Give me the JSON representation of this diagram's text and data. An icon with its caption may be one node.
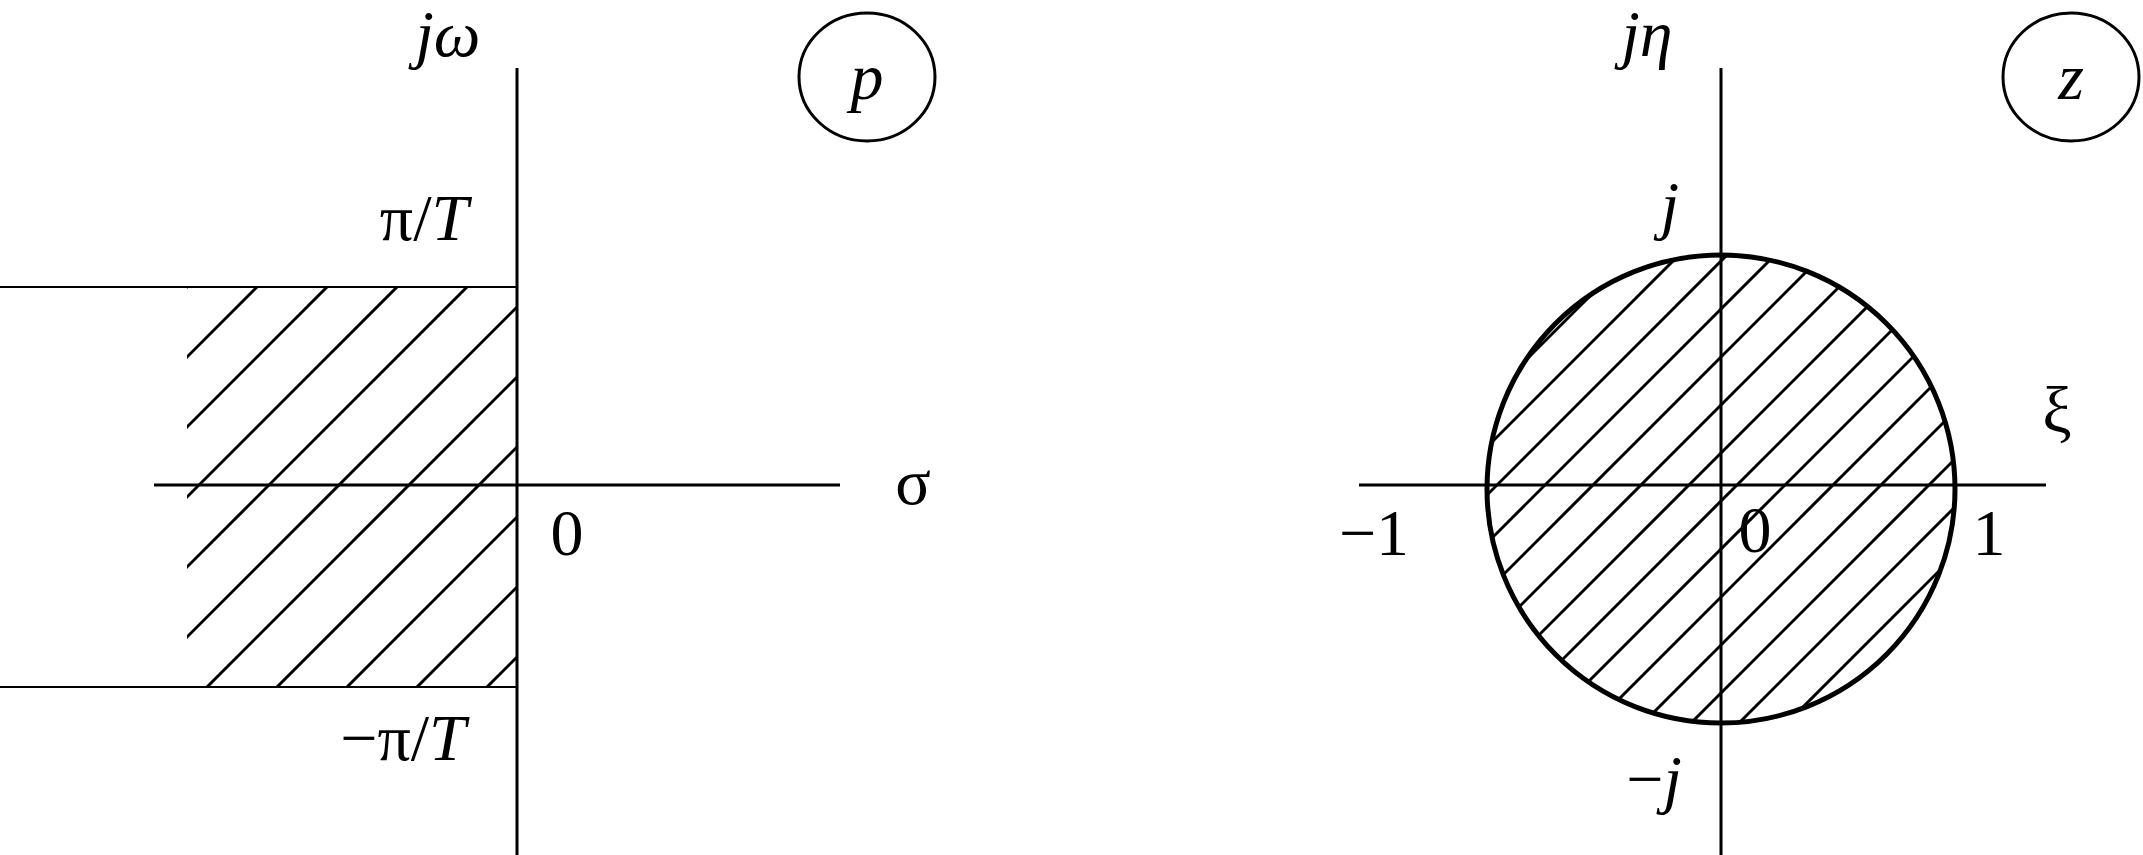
{
  "diagram": {
    "nodes": [
      {
        "text": [
          "p"
        ]
      },
      {
        "text": [
          "z"
        ]
      }
    ],
    "labels": [
      "jω",
      "π/*T*",
      "σ",
      "0",
      "−π/*T*",
      "jη",
      "j",
      "ξ",
      "−1",
      "0",
      "1",
      "−*j*"
    ]
  }
}
